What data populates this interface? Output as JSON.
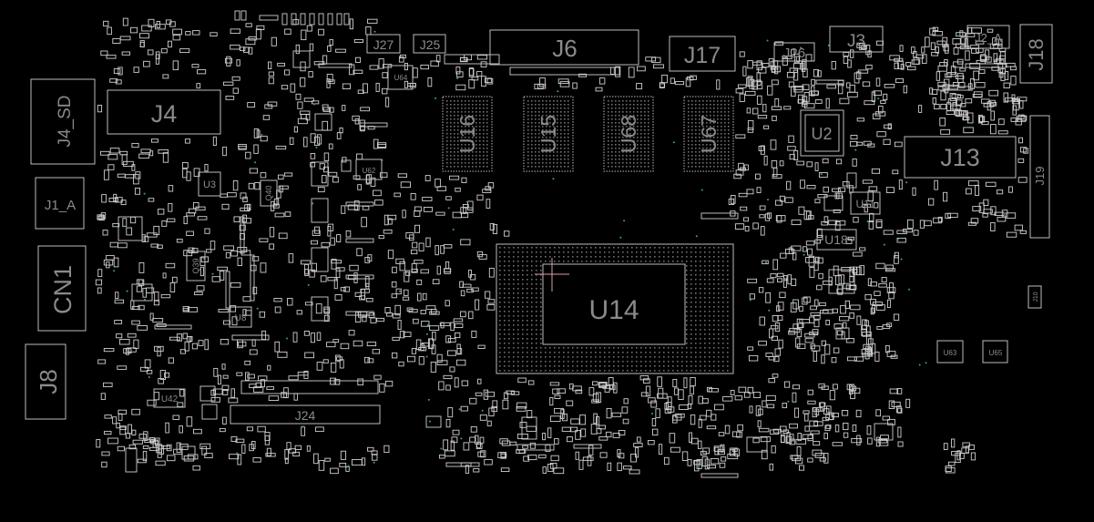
{
  "board": {
    "background": "#000000",
    "outline_color": "#bdbdbd",
    "label_color": "#8a8a8a",
    "marker_color": "#d9a0a0",
    "via_color": "#3aa0a0"
  },
  "labels": {
    "j4_sd": "J4_SD",
    "j1_a": "J1_A",
    "cn1": "CN1",
    "j8": "J8",
    "j4": "J4",
    "j27": "J27",
    "j25": "J25",
    "j6": "J6",
    "j17": "J17",
    "j26": "J26",
    "j3": "J3",
    "j2_a": "J2_A",
    "j18": "J18",
    "j13": "J13",
    "j19": "J19",
    "j24": "J24",
    "u16": "U16",
    "u15": "U15",
    "u68": "U68",
    "u67": "U67",
    "u2": "U2",
    "u3": "U3",
    "u14": "U14",
    "u18": "U18",
    "u11": "U11",
    "u62": "U62",
    "u64": "U64",
    "u42": "U42",
    "u8": "U8",
    "u63": "U63",
    "u65": "U65",
    "q39": "Q39",
    "q40": "Q40",
    "j10": "J10"
  }
}
